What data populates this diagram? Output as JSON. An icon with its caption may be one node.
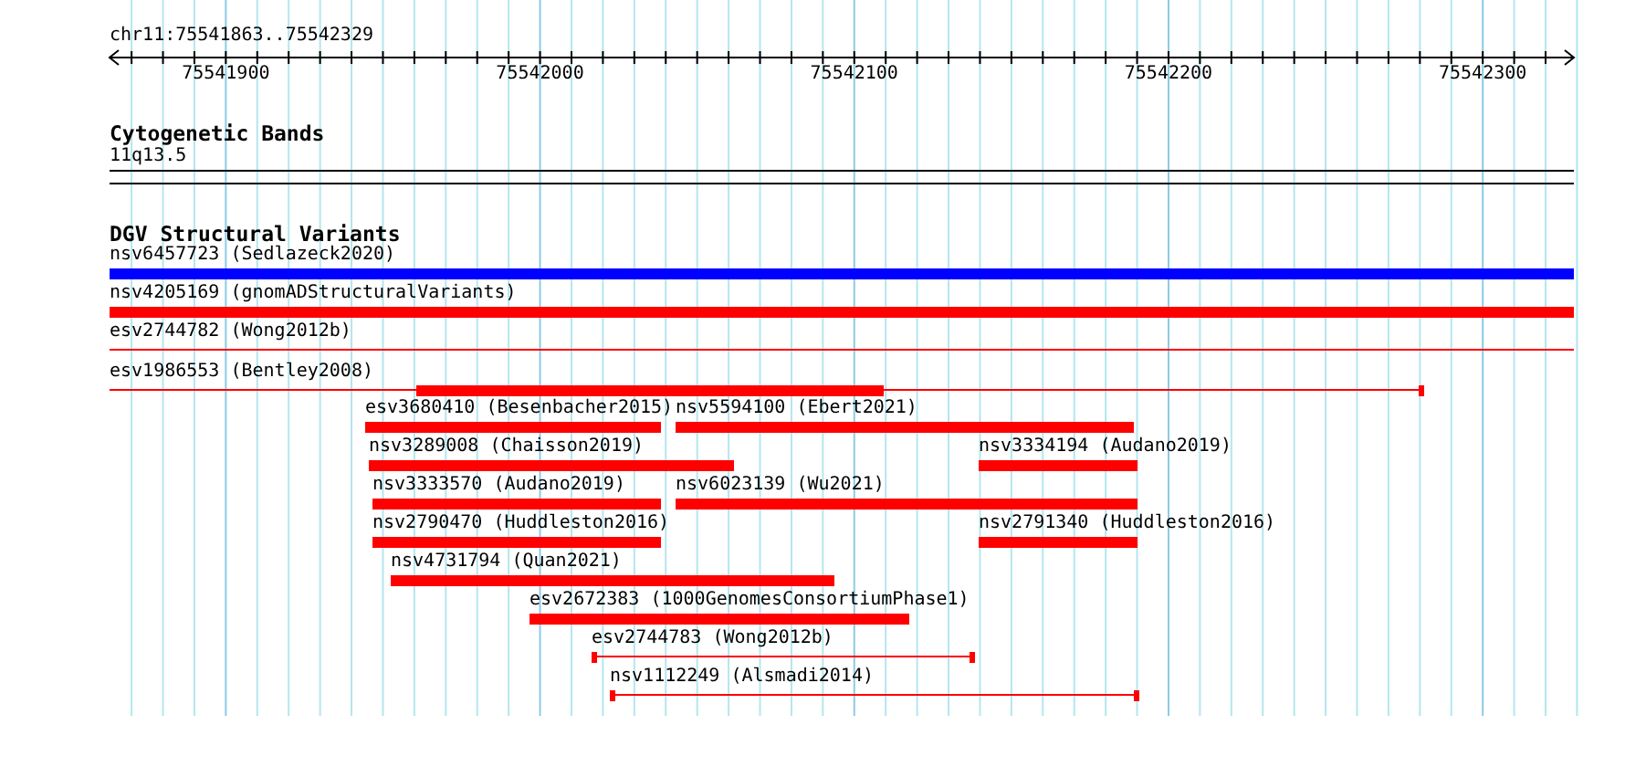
{
  "diagram": {
    "nodes": [
      {
        "text": [
          "11q13.5"
        ]
      },
      {
        "text": [
          "nsv6457723 (Sedlazeck2020)"
        ]
      },
      {
        "text": [
          "nsv4205169 (gnomADStructuralVariants)"
        ]
      },
      {
        "text": [
          "esv2744782 (Wong2012b)"
        ]
      },
      {
        "text": [
          "esv1986553 (Bentley2008)"
        ]
      },
      {
        "text": [
          "esv3680410 (Besenbacher2015)"
        ]
      },
      {
        "text": [
          "nsv5594100 (Ebert2021)"
        ]
      },
      {
        "text": [
          "nsv3289008 (Chaisson2019)"
        ]
      },
      {
        "text": [
          "nsv3334194 (Audano2019)"
        ]
      },
      {
        "text": [
          "nsv3333570 (Audano2019)"
        ]
      },
      {
        "text": [
          "nsv6023139 (Wu2021)"
        ]
      },
      {
        "text": [
          "nsv2790470 (Huddleston2016)"
        ]
      },
      {
        "text": [
          "nsv2791340 (Huddleston2016)"
        ]
      },
      {
        "text": [
          "nsv4731794 (Quan2021)"
        ]
      },
      {
        "text": [
          "esv2672383 (1000GenomesConsortiumPhase1)"
        ]
      },
      {
        "text": [
          "esv2744783 (Wong2012b)"
        ]
      },
      {
        "text": [
          "nsv1112249 (Alsmadi2014)"
        ]
      }
    ],
    "labels": [
      "chr11:75541863..75542329",
      "75541900",
      "75542000",
      "75542100",
      "75542200",
      "75542300",
      "Cytogenetic Bands",
      "DGV Structural Variants"
    ]
  }
}
